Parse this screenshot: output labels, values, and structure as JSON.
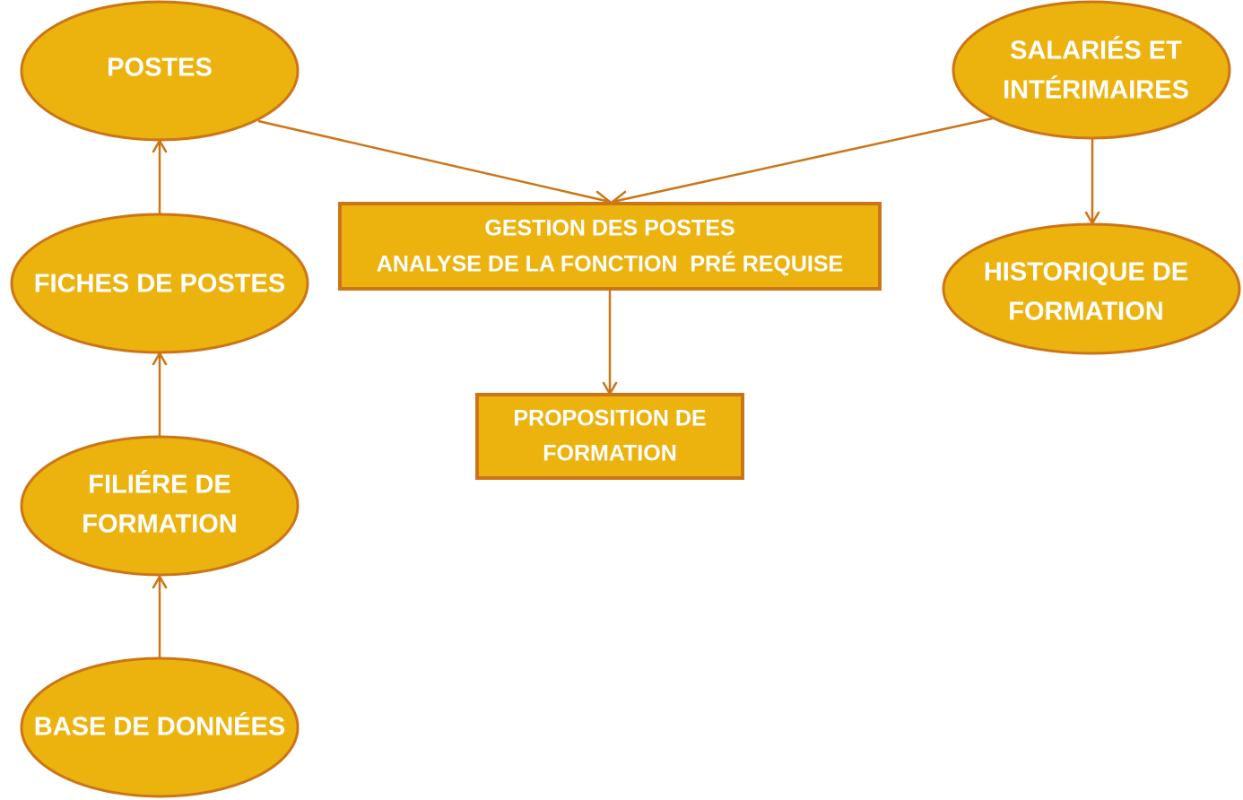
{
  "colors": {
    "node_fill": "#ECB20E",
    "node_border": "#CC7517",
    "text": "#FFFFFF",
    "connector": "#CC7517"
  },
  "nodes": {
    "postes": {
      "shape": "ellipse",
      "lines": [
        "POSTES"
      ]
    },
    "fiches_de_postes": {
      "shape": "ellipse",
      "lines": [
        "FICHES DE POSTES"
      ]
    },
    "filiere_de_formation": {
      "shape": "ellipse",
      "lines": [
        "FILIÉRE DE",
        "FORMATION"
      ]
    },
    "base_de_donnees": {
      "shape": "ellipse",
      "lines": [
        "BASE DE DONNÉES"
      ]
    },
    "salaries_et_interimaires": {
      "shape": "ellipse",
      "lines": [
        "SALARIÉS ET",
        "INTÉRIMAIRES"
      ]
    },
    "historique_de_formation": {
      "shape": "ellipse",
      "lines": [
        "HISTORIQUE DE",
        "FORMATION"
      ]
    },
    "gestion_des_postes": {
      "shape": "rectangle",
      "lines": [
        "GESTION DES POSTES",
        "ANALYSE DE LA FONCTION  PRÉ REQUISE"
      ]
    },
    "proposition_de_formation": {
      "shape": "rectangle",
      "lines": [
        "PROPOSITION DE",
        "FORMATION"
      ]
    }
  },
  "edges": [
    {
      "from": "base_de_donnees",
      "to": "filiere_de_formation"
    },
    {
      "from": "filiere_de_formation",
      "to": "fiches_de_postes"
    },
    {
      "from": "fiches_de_postes",
      "to": "postes"
    },
    {
      "from": "postes",
      "to": "gestion_des_postes"
    },
    {
      "from": "salaries_et_interimaires",
      "to": "gestion_des_postes"
    },
    {
      "from": "salaries_et_interimaires",
      "to": "historique_de_formation"
    },
    {
      "from": "gestion_des_postes",
      "to": "proposition_de_formation"
    }
  ]
}
